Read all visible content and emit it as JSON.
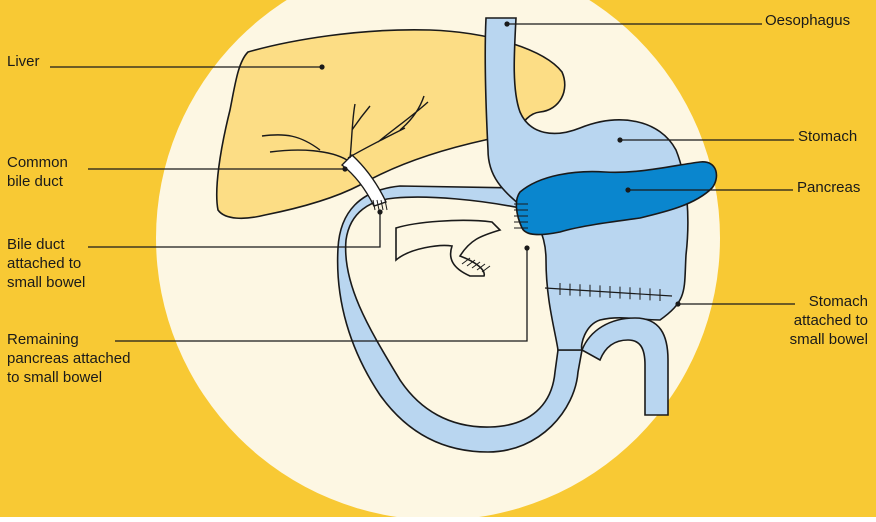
{
  "colors": {
    "background": "#F8C934",
    "circle": "#FDF7E3",
    "liver": "#FCDD85",
    "bowel": "#B9D6F0",
    "pancreas": "#0A86CE",
    "outline": "#1a1a1a",
    "bile_duct": "#FFFFFF"
  },
  "labels": {
    "liver": "Liver",
    "common_bile_duct": [
      "Common",
      "bile duct"
    ],
    "bile_duct_attached": [
      "Bile duct",
      "attached to",
      "small bowel"
    ],
    "remaining_pancreas": [
      "Remaining",
      "pancreas attached",
      "to small bowel"
    ],
    "oesophagus": "Oesophagus",
    "stomach": "Stomach",
    "pancreas": "Pancreas",
    "stomach_attached": [
      "Stomach",
      "attached to",
      "small bowel"
    ]
  }
}
